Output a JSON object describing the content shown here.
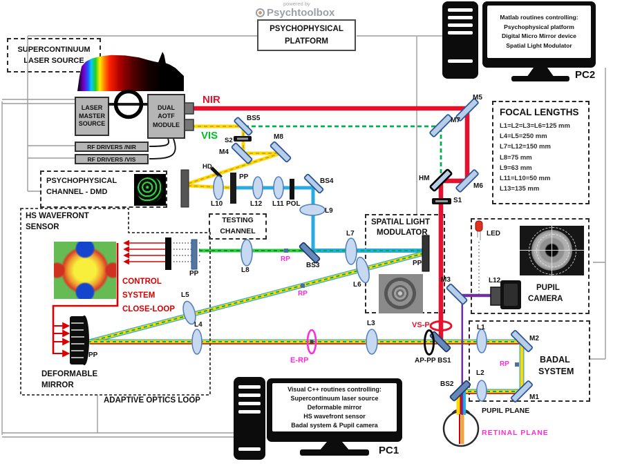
{
  "colors": {
    "nir_red": "#e8112d",
    "vis_green": "#00b050",
    "vis_label_green": "#00c025",
    "beam_yellow": "#ffd800",
    "beam_cyan": "#29abe2",
    "beam_purple": "#7030a0",
    "accent_magenta": "#ff2bd6",
    "control_red": "#d80000",
    "mirror_blue": "#b7cde8",
    "connector_gray": "#9a9a9a"
  },
  "logo": {
    "powered_by": "powered by",
    "name": "Psychtoolbox"
  },
  "platform": {
    "line1": "PSYCHOPHYSICAL",
    "line2": "PLATFORM"
  },
  "pc2": {
    "label": "PC2",
    "lines": [
      "Matlab routines controlling:",
      "Psychophysical platform",
      "Digital Micro Mirror device",
      "Spatial Light Modulator"
    ]
  },
  "pc1": {
    "label": "PC1",
    "lines": [
      "Visual C++ routines controlling:",
      "Supercontinuum laser source",
      "Deformable mirror",
      "HS wavefront sensor",
      "Badal system & Pupil camera"
    ]
  },
  "focal": {
    "title": "FOCAL LENGTHS",
    "lines": [
      "L1=L2=L3=L6=125 mm",
      "L4=L5=250 mm",
      "L7=L12=150 mm",
      "L8=75 mm",
      "L9=63 mm",
      "L11=L10=50 mm",
      "L13=135 mm"
    ]
  },
  "source": {
    "box_line1": "SUPERCONTINUUM",
    "box_line2": "LASER SOURCE",
    "laser_line1": "LASER",
    "laser_line2": "MASTER",
    "laser_line3": "SOURCE",
    "aotf_line1": "DUAL",
    "aotf_line2": "AOTF",
    "aotf_line3": "MODULE",
    "rf_nir": "RF DRIVERS /NIR",
    "rf_vis": "RF DRIVERS /VIS"
  },
  "sections": {
    "dmd_line1": "PSYCHOPHYSICAL",
    "dmd_line2": "CHANNEL - DMD",
    "hs_line1": "HS WAVEFRONT",
    "hs_line2": "SENSOR",
    "control_line1": "CONTROL",
    "control_line2": "SYSTEM",
    "control_line3": "CLOSE-LOOP",
    "deformable_line1": "DEFORMABLE",
    "deformable_line2": "MIRROR",
    "ao_loop": "ADAPTIVE OPTICS LOOP",
    "testing_line1": "TESTING",
    "testing_line2": "CHANNEL",
    "slm_line1": "SPATIAL LIGHT",
    "slm_line2": "MODULATOR",
    "pupilcam_line1": "PUPIL",
    "pupilcam_line2": "CAMERA",
    "badal_line1": "BADAL",
    "badal_line2": "SYSTEM"
  },
  "labels": {
    "nir": "NIR",
    "vis": "VIS",
    "m1": "M1",
    "m2": "M2",
    "m3": "M3",
    "m4": "M4",
    "m5": "M5",
    "m6": "M6",
    "m7": "M7",
    "m8": "M8",
    "bs2": "BS2",
    "bs3": "BS3",
    "bs4": "BS4",
    "bs5": "BS5",
    "hm": "HM",
    "hd": "HD",
    "s1": "S1",
    "s2": "S2",
    "pol": "POL",
    "pp": "PP",
    "rp": "RP",
    "e_rp": "E-RP",
    "vs_p": "VS-P",
    "ap_pp_bs1": "AP-PP BS1",
    "led": "LED",
    "l1": "L1",
    "l2": "L2",
    "l3": "L3",
    "l4": "L4",
    "l5": "L5",
    "l6": "L6",
    "l7": "L7",
    "l8": "L8",
    "l9": "L9",
    "l10": "L10",
    "l11": "L11",
    "l12": "L12"
  },
  "planes": {
    "pupil": "PUPIL PLANE",
    "retinal": "RETINAL PLANE"
  }
}
